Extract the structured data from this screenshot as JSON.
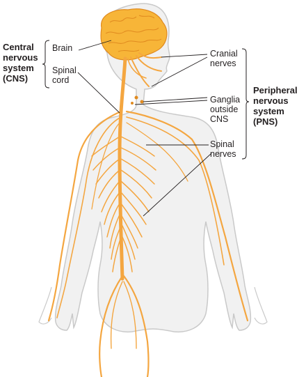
{
  "colors": {
    "nerve": "#f4a640",
    "nerve_dark": "#e08a1f",
    "brain": "#f7b538",
    "body_fill": "#f1f1f1",
    "body_outline": "#c9c9c9",
    "leader": "#231f20"
  },
  "groups": {
    "cns": "Central\nnervous\nsystem\n(CNS)",
    "pns": "Peripheral\nnervous\nsystem\n(PNS)"
  },
  "labels": {
    "brain": "Brain",
    "spinal_cord": "Spinal\ncord",
    "cranial_nerves": "Cranial\nnerves",
    "ganglia": "Ganglia\noutside\nCNS",
    "spinal_nerves": "Spinal\nnerves"
  }
}
